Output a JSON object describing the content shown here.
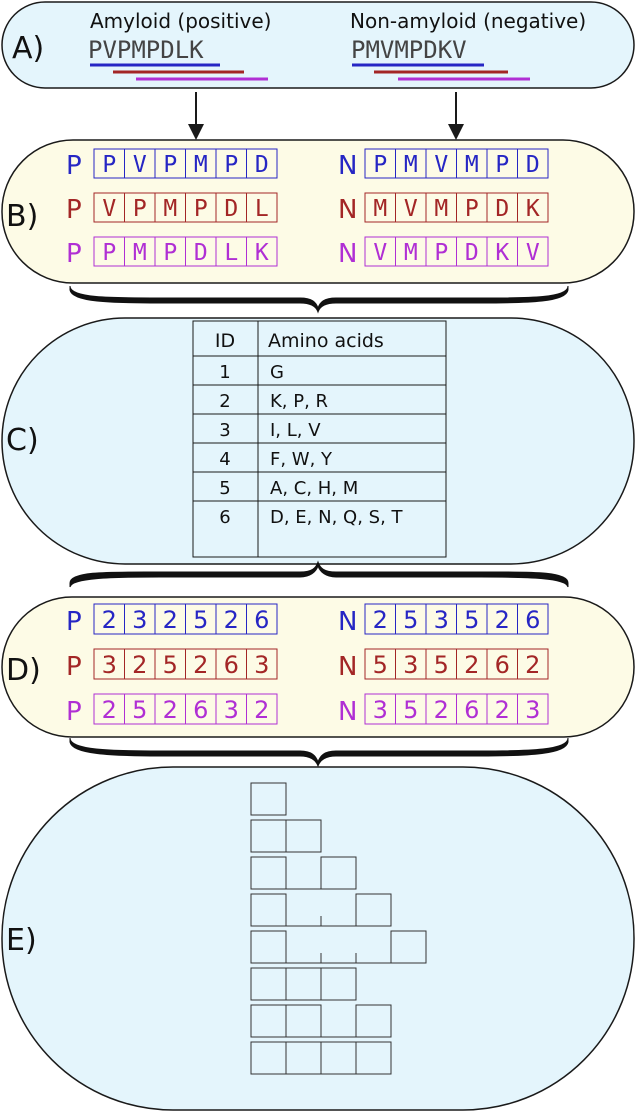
{
  "colors": {
    "blue": "#2626c4",
    "red": "#a32626",
    "magenta": "#b02fd4",
    "panel_blue": "#e4f5fc",
    "panel_yellow": "#fdfbe6",
    "stroke": "#1a1a1a"
  },
  "panels": {
    "a": {
      "label": "A)",
      "positive_title": "Amyloid (positive)",
      "negative_title": "Non-amyloid (negative)",
      "positive_sequence": "PVPMPDLK",
      "negative_sequence": "PMVMPDKV"
    },
    "b": {
      "label": "B)",
      "rows": [
        {
          "pos_tag": "P",
          "pos_cells": [
            "P",
            "V",
            "P",
            "M",
            "P",
            "D"
          ],
          "neg_tag": "N",
          "neg_cells": [
            "P",
            "M",
            "V",
            "M",
            "P",
            "D"
          ]
        },
        {
          "pos_tag": "P",
          "pos_cells": [
            "V",
            "P",
            "M",
            "P",
            "D",
            "L"
          ],
          "neg_tag": "N",
          "neg_cells": [
            "M",
            "V",
            "M",
            "P",
            "D",
            "K"
          ]
        },
        {
          "pos_tag": "P",
          "pos_cells": [
            "P",
            "M",
            "P",
            "D",
            "L",
            "K"
          ],
          "neg_tag": "N",
          "neg_cells": [
            "V",
            "M",
            "P",
            "D",
            "K",
            "V"
          ]
        }
      ]
    },
    "c": {
      "label": "C)",
      "headers": [
        "ID",
        "Amino acids"
      ],
      "rows": [
        [
          "1",
          "G"
        ],
        [
          "2",
          "K, P, R"
        ],
        [
          "3",
          "I, L, V"
        ],
        [
          "4",
          "F, W, Y"
        ],
        [
          "5",
          "A, C, H, M"
        ],
        [
          "6",
          "D, E, N, Q, S, T"
        ]
      ]
    },
    "d": {
      "label": "D)",
      "rows": [
        {
          "pos_tag": "P",
          "pos_cells": [
            "2",
            "3",
            "2",
            "5",
            "2",
            "6"
          ],
          "neg_tag": "N",
          "neg_cells": [
            "2",
            "5",
            "3",
            "5",
            "2",
            "6"
          ]
        },
        {
          "pos_tag": "P",
          "pos_cells": [
            "3",
            "2",
            "5",
            "2",
            "6",
            "3"
          ],
          "neg_tag": "N",
          "neg_cells": [
            "5",
            "3",
            "5",
            "2",
            "6",
            "2"
          ]
        },
        {
          "pos_tag": "P",
          "pos_cells": [
            "2",
            "5",
            "2",
            "6",
            "3",
            "2"
          ],
          "neg_tag": "N",
          "neg_cells": [
            "3",
            "5",
            "2",
            "6",
            "2",
            "3"
          ]
        }
      ]
    },
    "e": {
      "label": "E)",
      "patterns": [
        [
          1
        ],
        [
          1,
          1
        ],
        [
          1,
          0,
          1
        ],
        [
          1,
          0,
          0,
          1
        ],
        [
          1,
          0,
          0,
          0,
          1
        ],
        [
          1,
          1,
          1
        ],
        [
          1,
          1,
          0,
          1
        ],
        [
          1,
          1,
          1,
          1
        ]
      ]
    }
  }
}
